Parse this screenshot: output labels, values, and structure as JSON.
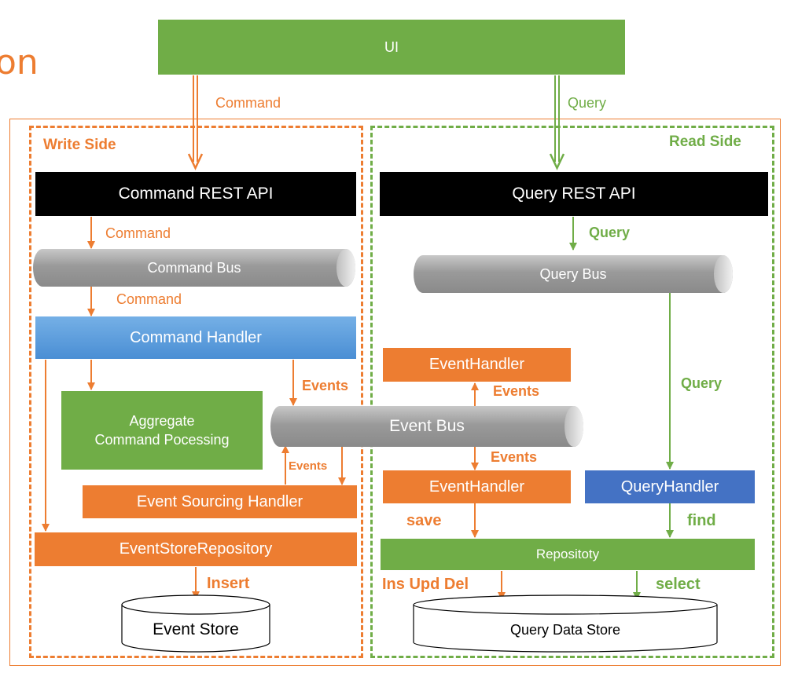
{
  "title_fragment": "on",
  "ui": {
    "label": "UI",
    "actor_icon": "person-icon"
  },
  "flows": {
    "command": "Command",
    "query": "Query"
  },
  "write_side": {
    "title": "Write Side",
    "command_rest_api": "Command REST API",
    "command_label_1": "Command",
    "command_bus": "Command Bus",
    "command_label_2": "Command",
    "command_handler": "Command Handler",
    "aggregate_line1": "Aggregate",
    "aggregate_line2": "Command Pocessing",
    "events_label_1": "Events",
    "events_label_2": "Events",
    "event_sourcing_handler": "Event Sourcing Handler",
    "event_store_repository": "EventStoreRepository",
    "insert_label": "Insert",
    "event_store": "Event Store"
  },
  "event_bus": "Event Bus",
  "read_side": {
    "title": "Read Side",
    "query_rest_api": "Query REST API",
    "query_label_1": "Query",
    "query_bus": "Query Bus",
    "event_handler_top": "EventHandler",
    "events_label_up": "Events",
    "events_label_down": "Events",
    "event_handler_bottom": "EventHandler",
    "query_label_2": "Query",
    "query_handler": "QueryHandler",
    "save_label": "save",
    "find_label": "find",
    "repository": "Repositoty",
    "ins_upd_del_label": "Ins Upd Del",
    "select_label": "select",
    "query_data_store": "Query Data Store"
  },
  "colors": {
    "orange": "#ED7D31",
    "green": "#70AD47",
    "blue": "#4472C4",
    "black": "#000000",
    "gray": "#A6A6A6"
  }
}
